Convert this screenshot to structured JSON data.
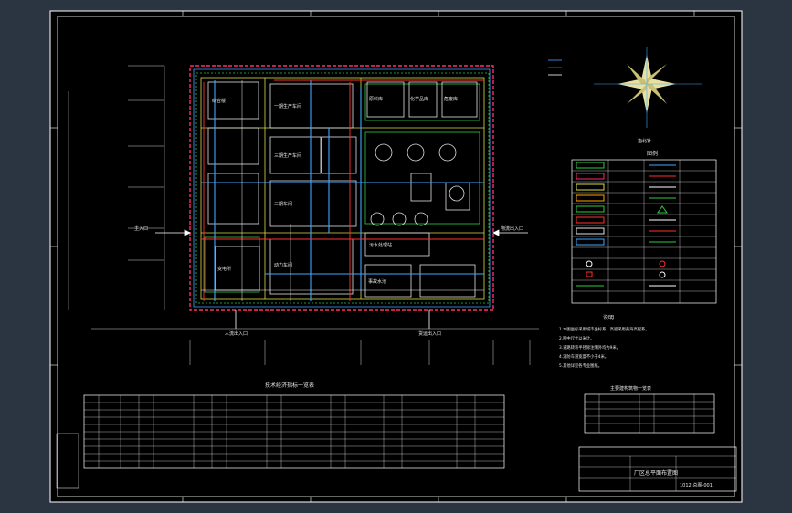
{
  "drawing": {
    "title_cn": "厂区总平面布置图",
    "drawing_no": "1012-总图-001",
    "sheet_label": "",
    "company": ""
  },
  "site": {
    "entrance_left": "主入口",
    "entrance_right": "物流出入口",
    "gate_bottom_left": "人流出入口",
    "gate_bottom_right": "货运出入口",
    "buildings": [
      {
        "key": "b1",
        "label": "综合楼"
      },
      {
        "key": "b2",
        "label": "一期生产车间"
      },
      {
        "key": "b3",
        "label": "二期车间"
      },
      {
        "key": "b4",
        "label": "原料库"
      },
      {
        "key": "b5",
        "label": "三期生产车间"
      },
      {
        "key": "b6",
        "label": "化学品库"
      },
      {
        "key": "b7",
        "label": "危废库"
      },
      {
        "key": "b8",
        "label": "变电所"
      },
      {
        "key": "b9",
        "label": "污水处理站"
      },
      {
        "key": "b10",
        "label": "事故水池"
      },
      {
        "key": "b11",
        "label": "动力车间"
      }
    ]
  },
  "legend_title": "图例",
  "north_label": "指北针",
  "notes_title": "说明",
  "notes": [
    "1.本图坐标采用城市坐标系，高程采用黄海高程系。",
    "2.图中尺寸以米计。",
    "3.道路转弯半径除注明外均为9米。",
    "4.消防车道宽度不小于4米。",
    "5.其他详见各专业图纸。"
  ],
  "table_main_title": "技术经济指标一览表",
  "table_right_title": "主要建构筑物一览表",
  "colors": {
    "background": "#000000",
    "frame": "#ffffff",
    "boundary": "#ff2a6d",
    "road": "#dcdc40",
    "building": "#e0e0e0",
    "green": "#2ecc40",
    "pipe": "#3fa7ff",
    "fire": "#ff3030"
  }
}
